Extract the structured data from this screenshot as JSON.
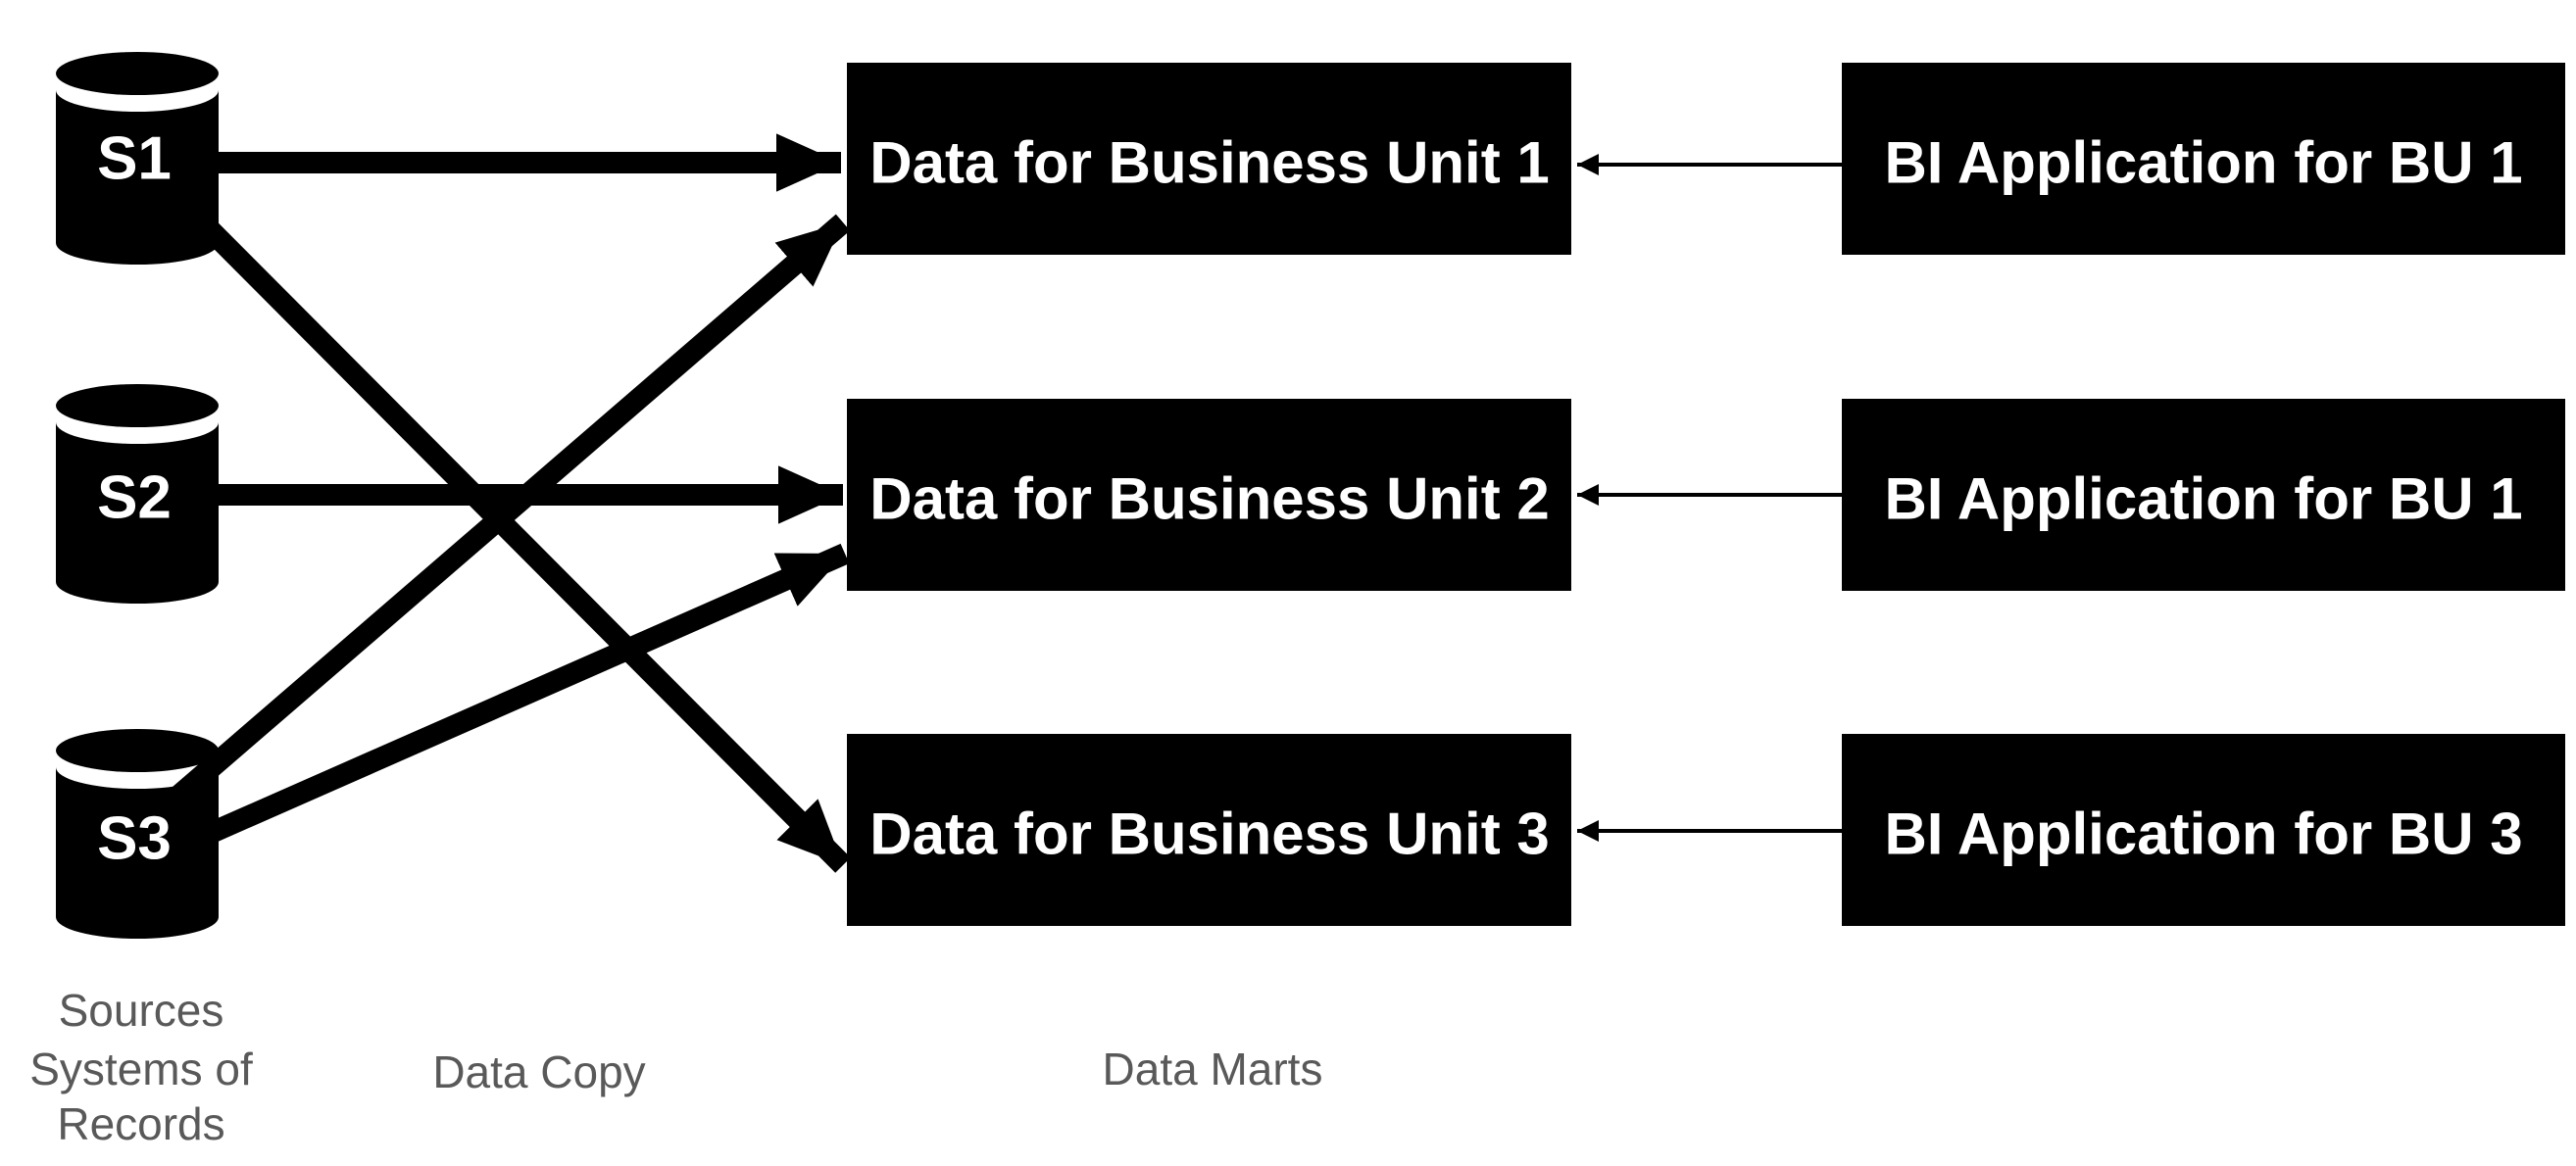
{
  "title": "Data marts architecture diagram",
  "colors": {
    "background": "#ffffff",
    "node_fill": "#000000",
    "node_text": "#ffffff",
    "arrow": "#000000",
    "caption_text": "#595959"
  },
  "sources": [
    {
      "label": "S1"
    },
    {
      "label": "S2"
    },
    {
      "label": "S3"
    }
  ],
  "data_marts": [
    {
      "label": "Data for Business Unit 1"
    },
    {
      "label": "Data for Business Unit 2"
    },
    {
      "label": "Data for Business Unit 3"
    }
  ],
  "bi_apps": [
    {
      "label": "BI Application for BU 1"
    },
    {
      "label": "BI Application for BU 1"
    },
    {
      "label": "BI Application for BU 3"
    }
  ],
  "captions": {
    "sources_line1": "Sources",
    "sources_line2": "Systems of",
    "sources_line3": "Records",
    "data_copy": "Data Copy",
    "data_marts": "Data Marts"
  },
  "connections": {
    "copy_arrows": [
      {
        "from": "S1",
        "to": "Data for Business Unit 1"
      },
      {
        "from": "S1",
        "to": "Data for Business Unit 3"
      },
      {
        "from": "S2",
        "to": "Data for Business Unit 2"
      },
      {
        "from": "S3",
        "to": "Data for Business Unit 1"
      },
      {
        "from": "S3",
        "to": "Data for Business Unit 2"
      }
    ],
    "read_arrows": [
      {
        "from": "BI Application for BU 1",
        "to": "Data for Business Unit 1"
      },
      {
        "from": "BI Application for BU 1",
        "to": "Data for Business Unit 2"
      },
      {
        "from": "BI Application for BU 3",
        "to": "Data for Business Unit 3"
      }
    ]
  }
}
